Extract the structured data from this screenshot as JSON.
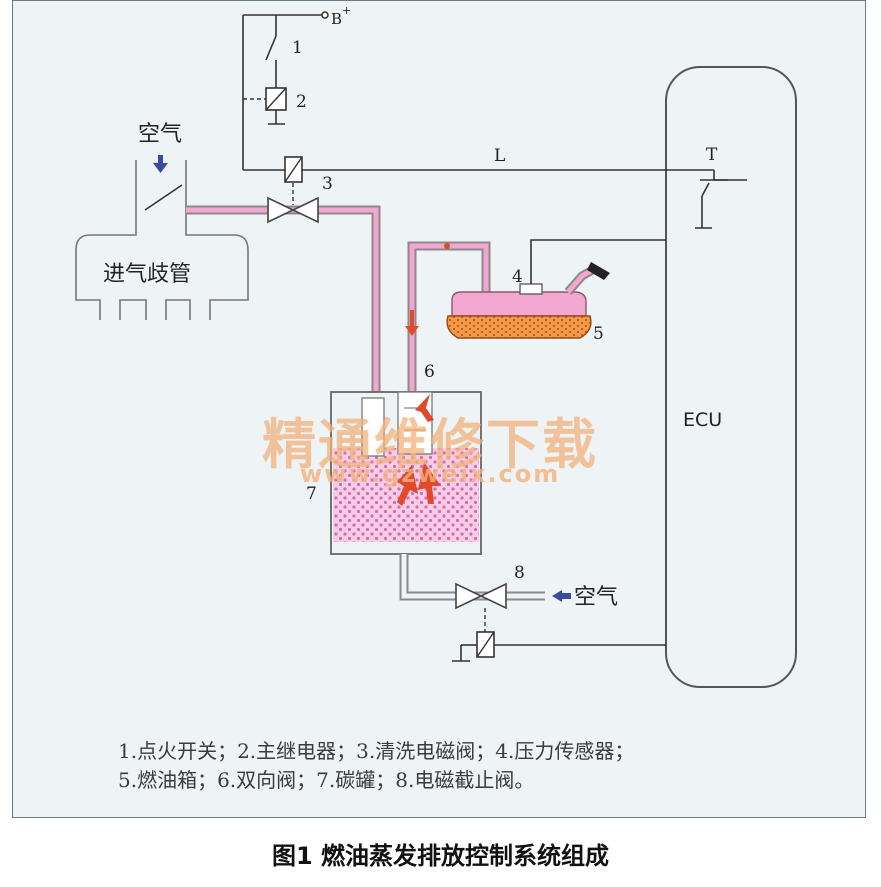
{
  "labels": {
    "b_plus": "B",
    "b_plus_sup": "+",
    "n1": "1",
    "n2": "2",
    "n3": "3",
    "n4": "4",
    "n5": "5",
    "n6": "6",
    "n7": "7",
    "n8": "8",
    "line_l": "L",
    "transistor_t": "T",
    "ecu": "ECU",
    "air_top": "空气",
    "air_right": "空气",
    "manifold": "进气歧管"
  },
  "legend": {
    "line1": "1.点火开关；2.主继电器；3.清洗电磁阀；4.压力传感器；",
    "line2": "5.燃油箱；6.双向阀；7.碳罐；8.电磁截止阀。"
  },
  "watermark": {
    "cn": "精通维修下载",
    "url": "www.gzweix.com"
  },
  "caption": "图1 燃油蒸发排放控制系统组成",
  "colors": {
    "background": "#eef3f6",
    "pipe_fill": "#f2a6d0",
    "pipe_edge": "#8a8a8a",
    "canister_dots": "#d86bb0",
    "tank_fuel": "#f08a3c",
    "vapor_arrow": "#e04a2a",
    "arrow_blue": "#3a4aa0",
    "watermark": "#f3b27a"
  }
}
